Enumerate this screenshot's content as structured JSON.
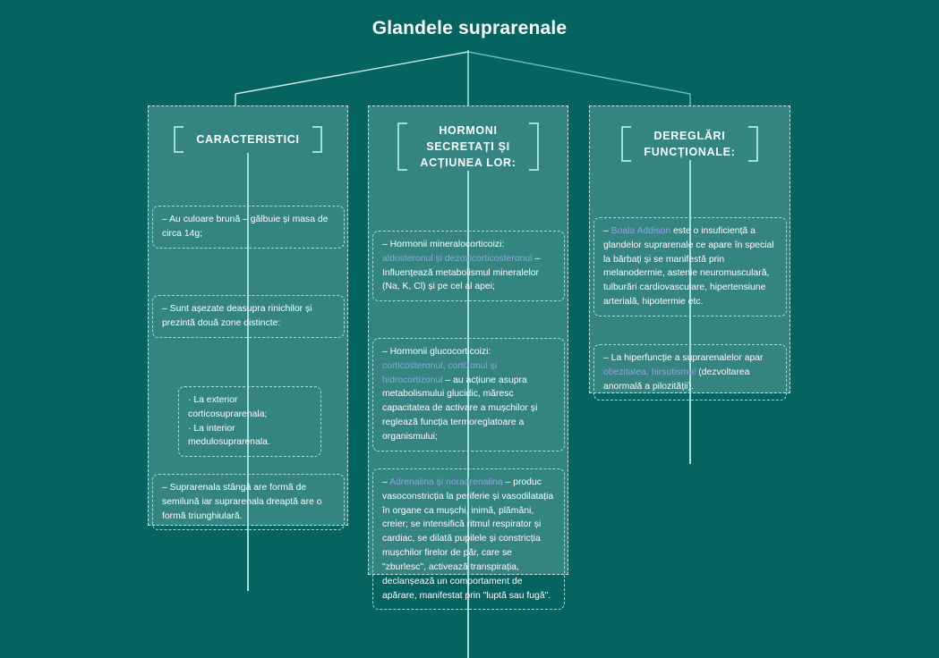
{
  "title": "Glandele suprarenale",
  "colors": {
    "background": "#056460",
    "panel": "#348480",
    "accent": "#9fdfdc",
    "highlight": "#8fa2e3",
    "text": "#ffffff"
  },
  "columns": [
    {
      "id": "caracteristici",
      "header": "CARACTERISTICI",
      "header_lines": [
        "CARACTERISTICI"
      ],
      "notes": [
        {
          "id": "note-culoare",
          "segments": [
            {
              "text": "– Au culoare brună – gălbuie și masa de circa 14g;",
              "highlight": false
            }
          ]
        },
        {
          "id": "note-asezare",
          "segments": [
            {
              "text": "– Sunt așezate deasupra rinichilor și prezintă două zone distincte:",
              "highlight": false
            }
          ]
        },
        {
          "id": "note-zone",
          "segments": [
            {
              "text": "· La exterior corticosuprarenala;",
              "highlight": false
            },
            {
              "text": "BREAK",
              "highlight": false
            },
            {
              "text": "· La interior medulosuprarenala.",
              "highlight": false
            }
          ]
        },
        {
          "id": "note-forma",
          "segments": [
            {
              "text": "– Suprarenala stângă are formă de semilună iar suprarenala dreaptă are o formă triunghiulară.",
              "highlight": false
            }
          ]
        }
      ]
    },
    {
      "id": "hormoni",
      "header": "HORMONI SECRETAȚI ȘI ACȚIUNEA LOR:",
      "header_lines": [
        "HORMONI",
        "SECRETAȚI ȘI",
        "ACȚIUNEA LOR:"
      ],
      "notes": [
        {
          "id": "note-mineralocorticoizi",
          "segments": [
            {
              "text": "– Hormonii mineralocorticoizi: ",
              "highlight": false
            },
            {
              "text": "aldosteronul și dezoxicorticosteronul",
              "highlight": true
            },
            {
              "text": " – Influențează metabolismul mineralelor (Na, K, Cl) și pe cel al apei;",
              "highlight": false
            }
          ]
        },
        {
          "id": "note-glucocorticoizi",
          "segments": [
            {
              "text": "– Hormonii glucocorticoizi: ",
              "highlight": false
            },
            {
              "text": "corticosteronul, cortizonul și hidrocortizonul",
              "highlight": true
            },
            {
              "text": " – au acțiune asupra metabolismului glucidic, măresc capacitatea de activare a mușchilor și reglează funcția termoreglatoare a organismului;",
              "highlight": false
            }
          ]
        },
        {
          "id": "note-adrenalina",
          "segments": [
            {
              "text": "– ",
              "highlight": false
            },
            {
              "text": "Adrenalina și noradrenalina",
              "highlight": true
            },
            {
              "text": " – produc vasoconstricția la periferie și vasodilatația în organe ca mușchi, inimă, plămâni, creier; se intensifică ritmul respirator și cardiac, se dilată pupilele și constricția mușchilor firelor de păr, care se \"zburlesc\", activează transpirația, declanșează un comportament de apărare, manifestat prin \"luptă sau fugă\".",
              "highlight": false
            }
          ]
        }
      ]
    },
    {
      "id": "dereglari",
      "header": "DEREGLĂRI FUNCȚIONALE:",
      "header_lines": [
        "DEREGLĂRI",
        "FUNCȚIONALE:"
      ],
      "notes": [
        {
          "id": "note-addison",
          "segments": [
            {
              "text": "– ",
              "highlight": false
            },
            {
              "text": "Boala Addison",
              "highlight": true
            },
            {
              "text": " este o insuficiență a glandelor suprarenale ce apare în special la bărbați și se manifestă prin melanodermie, astenie neuromusculară, tulburări cardiovasculare, hipertensiune arterială, hipotermie etc.",
              "highlight": false
            }
          ]
        },
        {
          "id": "note-hiperfunctie",
          "segments": [
            {
              "text": "– La hiperfuncție a suprarenalelor apar ",
              "highlight": false
            },
            {
              "text": "obezitatea, hirsutismul",
              "highlight": true
            },
            {
              "text": " (dezvoltarea anormală a pilozității).",
              "highlight": false
            }
          ]
        }
      ]
    }
  ]
}
